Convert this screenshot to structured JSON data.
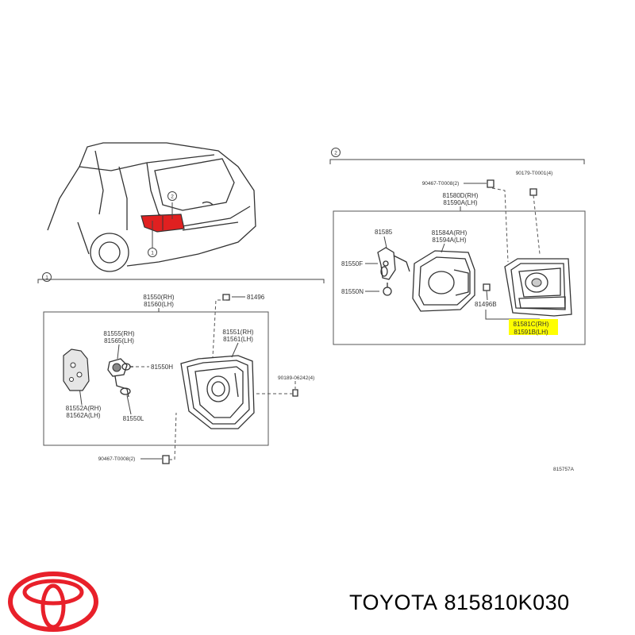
{
  "caption": {
    "brand": "TOYOTA",
    "part_number": "815810K030"
  },
  "callouts": {
    "one": "1",
    "two": "2"
  },
  "panel_one": {
    "lamp_rh": "81550(RH)",
    "lamp_lh": "81560(LH)",
    "clip": "81496",
    "socket_rh": "81555(RH)",
    "socket_lh": "81565(LH)",
    "bulb_h": "81550H",
    "lens_rh": "81551(RH)",
    "lens_lh": "81561(LH)",
    "screw": "90189-06242(4)",
    "cover_rh": "81552A(RH)",
    "cover_lh": "81562A(LH)",
    "bulb_l": "81550L",
    "nut": "90467-T0008(2)"
  },
  "panel_two": {
    "nut": "90467-T0008(2)",
    "screw": "90179-T0001(4)",
    "lamp_rh": "81580D(RH)",
    "lamp_lh": "81590A(LH)",
    "socket": "81585",
    "cover_rh": "81584A(RH)",
    "cover_lh": "81594A(LH)",
    "bulb_f": "81550F",
    "bulb_n": "81550N",
    "clip": "81496B",
    "lens_rh": "81581C(RH)",
    "lens_lh": "81591B(LH)",
    "highlight_color": "#ffff00"
  },
  "figure_code": "815757A",
  "logo_color": "#e8202a"
}
